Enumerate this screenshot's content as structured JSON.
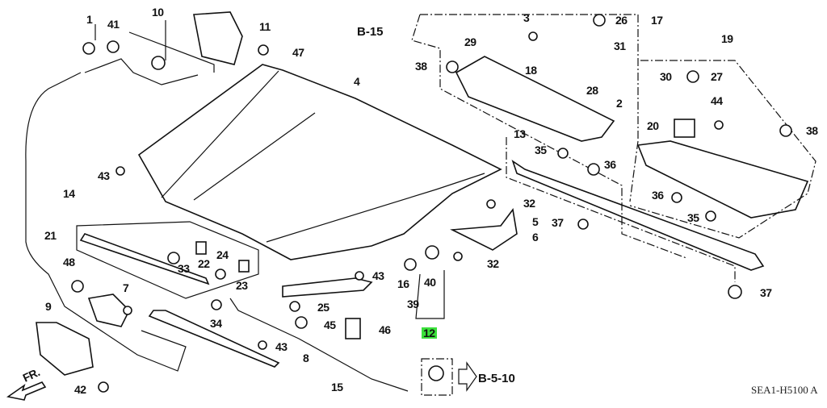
{
  "diagram": {
    "part_labels": [
      "1",
      "41",
      "10",
      "11",
      "47",
      "4",
      "29",
      "3",
      "26",
      "17",
      "31",
      "38",
      "18",
      "28",
      "2",
      "19",
      "30",
      "27",
      "44",
      "20",
      "38",
      "13",
      "35",
      "36",
      "14",
      "43",
      "32",
      "36",
      "5",
      "6",
      "37",
      "35",
      "21",
      "48",
      "22",
      "33",
      "24",
      "23",
      "43",
      "16",
      "40",
      "32",
      "7",
      "9",
      "25",
      "45",
      "46",
      "39",
      "12",
      "34",
      "43",
      "8",
      "15",
      "42",
      "37"
    ],
    "highlighted_part": "12",
    "highlight_color": "#3be03b",
    "references": {
      "b15": "B-15",
      "b510": "B-5-10"
    },
    "front_indicator": "FR.",
    "diagram_code": "SEA1-H5100 A"
  }
}
